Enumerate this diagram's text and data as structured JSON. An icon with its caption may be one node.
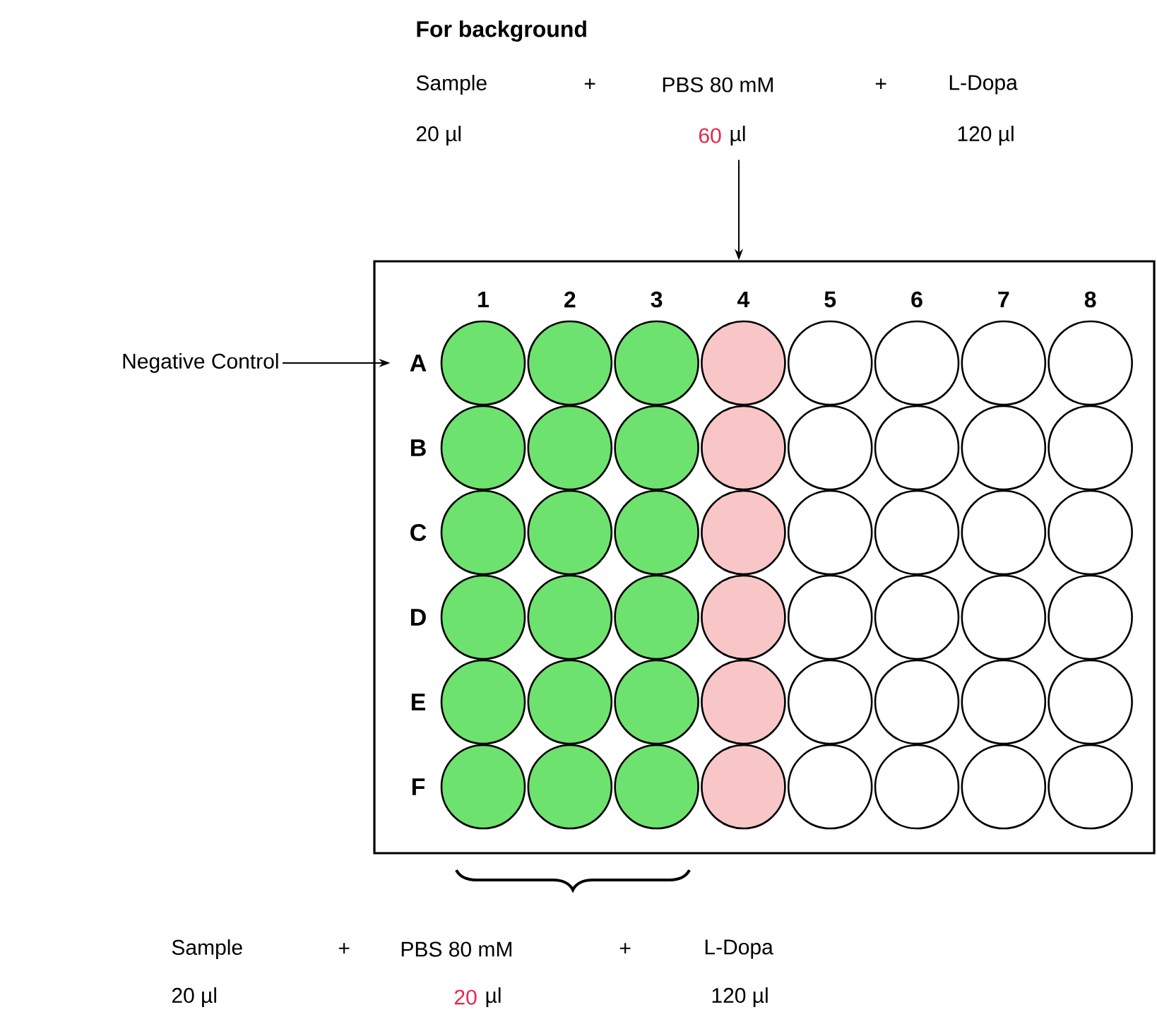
{
  "diagram": {
    "nodes": [
      {
        "text": [
          "For background",
          "Sample",
          "+",
          "PBS 80 mM",
          "+",
          "L-Dopa",
          "20 µl",
          "60",
          "µl",
          "120 µl"
        ]
      },
      {
        "text": [
          "Negative Control"
        ]
      },
      {
        "text": [
          "1",
          "2",
          "3",
          "4",
          "5",
          "6",
          "7",
          "8",
          "A",
          "B",
          "C",
          "D",
          "E",
          "F"
        ]
      }
    ],
    "edges": [
      {
        "from": 0,
        "to": 2,
        "arrow": "to"
      },
      {
        "from": 1,
        "to": 2,
        "arrow": "to"
      }
    ],
    "labels": [
      "Sample",
      "+",
      "PBS 80 mM",
      "+",
      "L-Dopa",
      "20 µl",
      "20",
      "µl",
      "120 µl"
    ]
  }
}
